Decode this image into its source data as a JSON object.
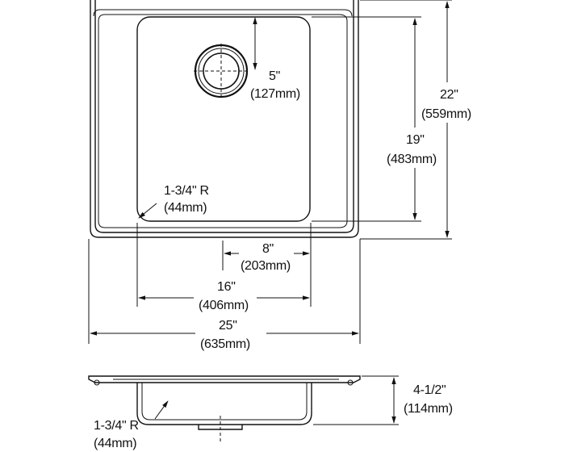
{
  "dimensions": {
    "drain_offset": {
      "imperial": "5\"",
      "metric": "(127mm)"
    },
    "overall_depth": {
      "imperial": "22\"",
      "metric": "(559mm)"
    },
    "bowl_depth": {
      "imperial": "19\"",
      "metric": "(483mm)"
    },
    "corner_radius_top": {
      "imperial": "1-3/4\" R",
      "metric": "(44mm)"
    },
    "drain_to_edge": {
      "imperial": "8\"",
      "metric": "(203mm)"
    },
    "bowl_width": {
      "imperial": "16\"",
      "metric": "(406mm)"
    },
    "overall_width": {
      "imperial": "25\"",
      "metric": "(635mm)"
    },
    "sink_height": {
      "imperial": "4-1/2\"",
      "metric": "(114mm)"
    },
    "corner_radius_side": {
      "imperial": "1-3/4\" R",
      "metric": "(44mm)"
    }
  }
}
